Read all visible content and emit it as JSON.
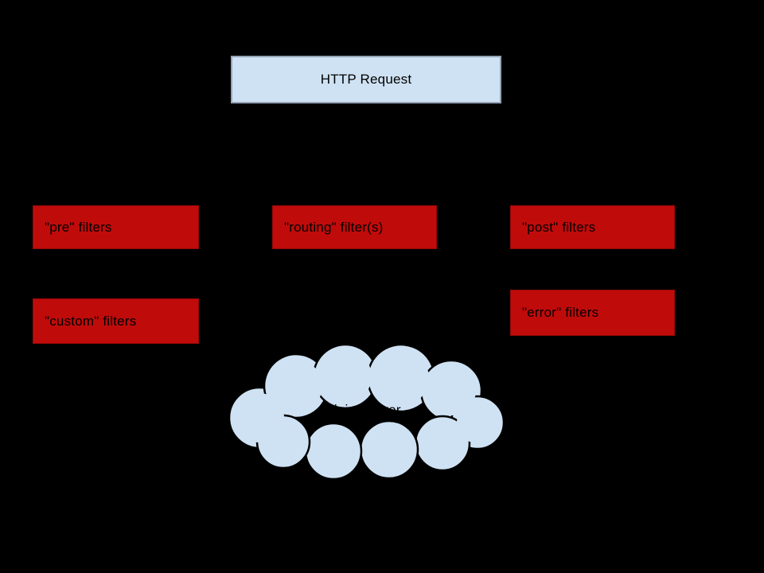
{
  "canvas": {
    "background_color": "#000000"
  },
  "colors": {
    "filter_box_fill": "#c00b0b",
    "filter_box_border": "#9b0707",
    "request_box_fill": "#cfe2f3",
    "request_box_border": "#93a4b7",
    "cloud_fill": "#cfe2f3",
    "cloud_stroke": "#000000",
    "text_color": "#000000"
  },
  "nodes": {
    "http_request": {
      "label": "HTTP Request"
    },
    "pre_filters": {
      "label": "\"pre\" filters"
    },
    "routing_filters": {
      "label": "\"routing\" filter(s)"
    },
    "post_filters": {
      "label": "\"post\" filters"
    },
    "custom_filters": {
      "label": "\"custom\" filters"
    },
    "error_filters": {
      "label": "\"error\" filters"
    },
    "origin_server": {
      "label": "Origin Server"
    }
  }
}
